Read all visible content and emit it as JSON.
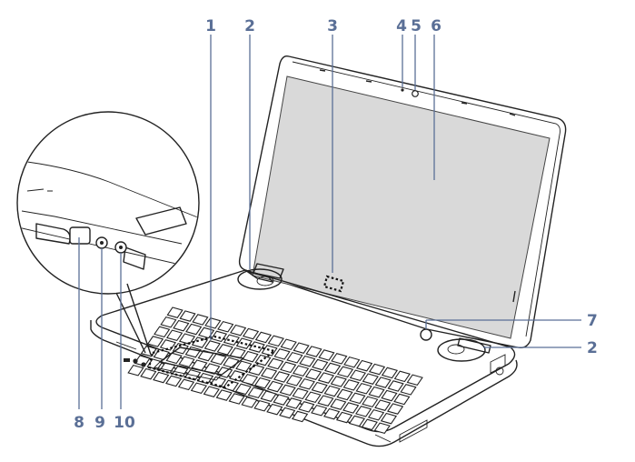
{
  "callouts": {
    "c1": "1",
    "c2_top": "2",
    "c3": "3",
    "c4": "4",
    "c5": "5",
    "c6": "6",
    "c7": "7",
    "c2_right": "2",
    "c8": "8",
    "c9": "9",
    "c10": "10"
  },
  "colors": {
    "label": "#5a6f96",
    "screen": "#d9d9d9",
    "body": "#ffffff",
    "outline": "#222222"
  }
}
